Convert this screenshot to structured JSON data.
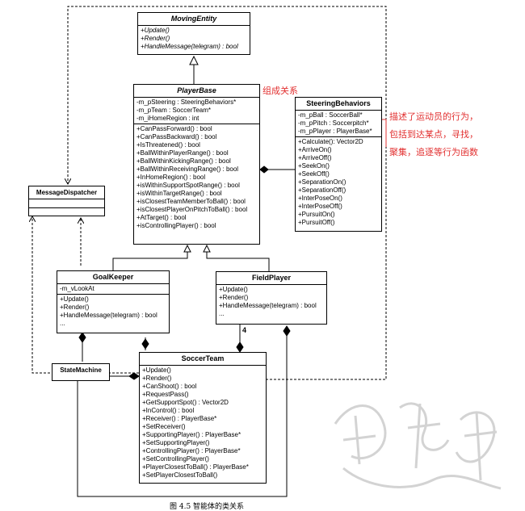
{
  "classes": {
    "moving_entity": {
      "name": "MovingEntity",
      "methods": [
        "+Update()",
        "+Render()",
        "+HandleMessage(telegram) : bool"
      ]
    },
    "player_base": {
      "name": "PlayerBase",
      "attributes": [
        "-m_pSteering : SteeringBehaviors*",
        "-m_pTeam : SoccerTeam*",
        "-m_iHomeRegion : int"
      ],
      "methods": [
        "+CanPassForward() : bool",
        "+CanPassBackward() : bool",
        "+IsThreatened() : bool",
        "+BallWithinPlayerRange() : bool",
        "+BallWithinKickingRange() : bool",
        "+BallWithinReceivingRange() : bool",
        "+InHomeRegion() : bool",
        "+isWithinSupportSpotRange() : bool",
        "+isWithinTargetRange() : bool",
        "+isClosestTeamMemberToBall() : bool",
        "+isClosestPlayerOnPitchToBall() : bool",
        "+AtTarget() : bool",
        "+isControllingPlayer() : bool"
      ]
    },
    "steering_behaviors": {
      "name": "SteeringBehaviors",
      "attributes": [
        "-m_pBall : SoccerBall*",
        "-m_pPitch : Soccerpitch*",
        "-m_pPlayer : PlayerBase*"
      ],
      "methods": [
        "+Calculate(): Vector2D",
        "+ArriveOn()",
        "+ArriveOff()",
        "+SeekOn()",
        "+SeekOff()",
        "+SeparationOn()",
        "+SeparationOff()",
        "+InterPoseOn()",
        "+InterPoseOff()",
        "+PursuitOn()",
        "+PursuitOff()"
      ]
    },
    "message_dispatcher": {
      "name": "MessageDispatcher"
    },
    "goal_keeper": {
      "name": "GoalKeeper",
      "attributes": [
        "-m_vLookAt"
      ],
      "methods": [
        "+Update()",
        "+Render()",
        "+HandleMessage(telegram) : bool",
        "..."
      ]
    },
    "field_player": {
      "name": "FieldPlayer",
      "methods": [
        "+Update()",
        "+Render()",
        "+HandleMessage(telegram) : bool",
        "..."
      ]
    },
    "state_machine": {
      "name": "StateMachine"
    },
    "soccer_team": {
      "name": "SoccerTeam",
      "methods": [
        "+Update()",
        "+Render()",
        "+CanShoot() : bool",
        "+RequestPass()",
        "+GetSupportSpot() : Vector2D",
        "+InControl() : bool",
        "+Receiver() : PlayerBase*",
        "+SetReceiver()",
        "+SupportingPlayer() : PlayerBase*",
        "+SetSupportingPlayer()",
        "+ControllingPlayer() : PlayerBase*",
        "+SetControllingPlayer()",
        "+PlayerClosestToBall() : PlayerBase*",
        "+SetPlayerClosestToBall()"
      ]
    }
  },
  "multiplicity": "4",
  "annotations": {
    "composition_label": "组成关系",
    "description_lines": [
      "描述了运动员的行为，",
      "包括到达某点，寻找，",
      "聚集，追逐等行为函数"
    ]
  },
  "caption": "图 4.5    智能体的类关系",
  "watermark_seal": "seal",
  "colors": {
    "annotation": "#e23131",
    "line": "#000000"
  }
}
